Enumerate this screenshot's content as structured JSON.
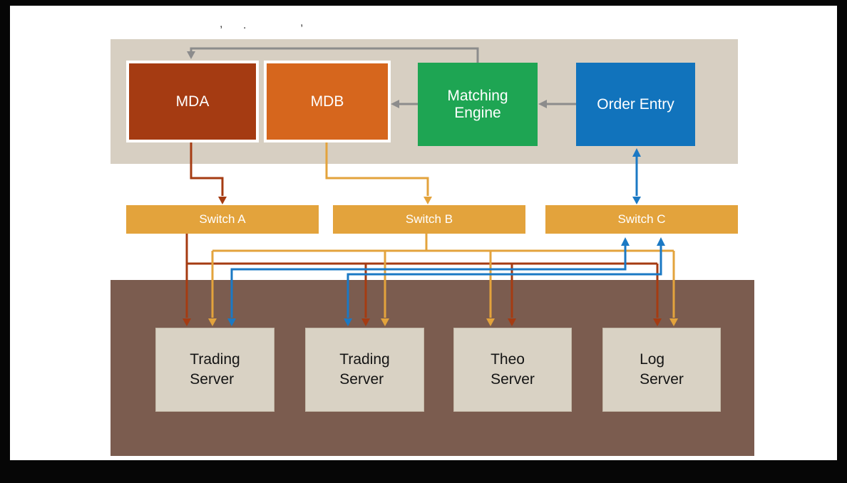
{
  "header": {
    "fragments": [
      ",",
      ".",
      ","
    ]
  },
  "diagram": {
    "nodes": [
      {
        "id": "mda",
        "label": "MDA",
        "color": "#a53b12"
      },
      {
        "id": "mdb",
        "label": "MDB",
        "color": "#d6661d"
      },
      {
        "id": "matching-engine",
        "label": "Matching Engine",
        "color": "#1ea553"
      },
      {
        "id": "order-entry",
        "label": "Order Entry",
        "color": "#1173bc"
      }
    ],
    "switches": [
      {
        "id": "switch-a",
        "label": "Switch A"
      },
      {
        "id": "switch-b",
        "label": "Switch B"
      },
      {
        "id": "switch-c",
        "label": "Switch C"
      }
    ],
    "servers": [
      {
        "id": "trading-server-1",
        "line1": "Trading",
        "line2": "Server"
      },
      {
        "id": "trading-server-2",
        "line1": "Trading",
        "line2": "Server"
      },
      {
        "id": "theo-server",
        "line1": "Theo",
        "line2": "Server"
      },
      {
        "id": "log-server",
        "line1": "Log",
        "line2": "Server"
      }
    ],
    "colors": {
      "top_band": "#d7cfc2",
      "bottom_band": "#7b5c4f",
      "switch_amber": "#e3a33c",
      "server_box": "#d9d2c4",
      "red_line": "#a53b12",
      "amber_line": "#e3a33c",
      "blue_line": "#1b79c4",
      "gray_line": "#8c8c8c"
    }
  }
}
